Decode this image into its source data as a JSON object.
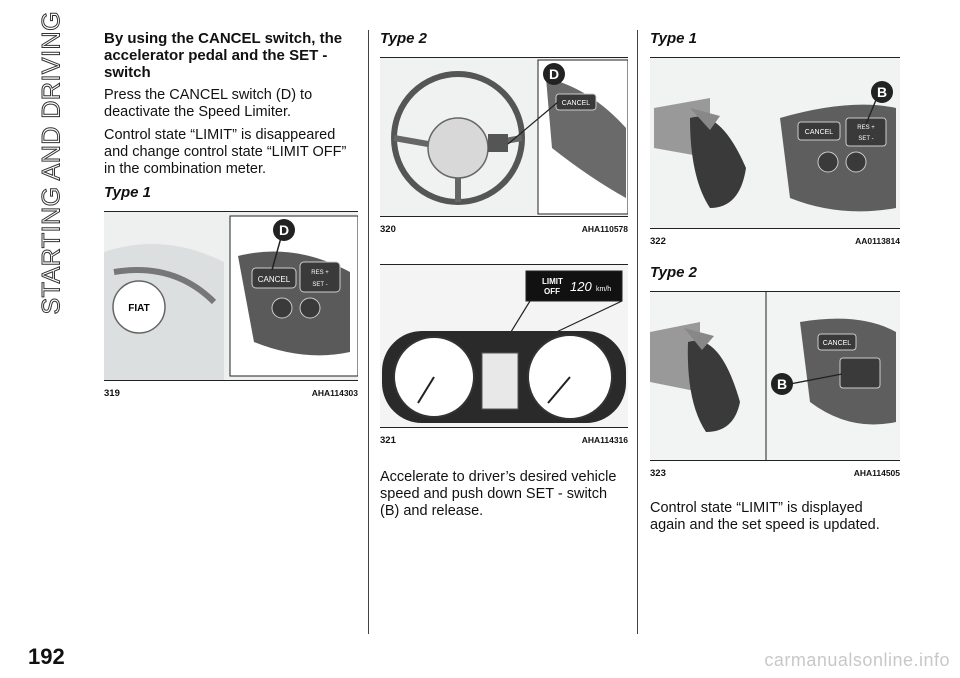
{
  "sidebar_title": "STARTING AND DRIVING",
  "page_number": "192",
  "watermark": "carmanualsonline.info",
  "col1": {
    "heading": "By using the CANCEL switch, the accelerator pedal and the SET - switch",
    "para1": "Press the CANCEL switch (D) to deactivate the Speed Limiter.",
    "para2": "Control state “LIMIT” is disappeared and change control state “LIMIT OFF” in the combination meter.",
    "type_label": "Type 1",
    "figure": {
      "number": "319",
      "code": "AHA114303",
      "callout": "D",
      "labels": [
        "CANCEL",
        "RES +",
        "SET -"
      ]
    }
  },
  "col2": {
    "type_label": "Type 2",
    "figure1": {
      "number": "320",
      "code": "AHA110578",
      "callout": "D",
      "labels": [
        "CANCEL"
      ]
    },
    "figure2": {
      "number": "321",
      "code": "AHA114316",
      "lcd_limit": "LIMIT",
      "lcd_off": "OFF",
      "lcd_speed": "120",
      "lcd_unit": "km/h"
    },
    "para": "Accelerate to driver’s desired vehicle speed and push down SET - switch (B) and release."
  },
  "col3": {
    "type1_label": "Type 1",
    "figure1": {
      "number": "322",
      "code": "AA0113814",
      "callout": "B",
      "labels": [
        "CANCEL",
        "RES +",
        "SET -"
      ]
    },
    "type2_label": "Type 2",
    "figure2": {
      "number": "323",
      "code": "AHA114505",
      "callout": "B",
      "labels": [
        "CANCEL"
      ]
    },
    "para": "Control state “LIMIT” is displayed again and the set speed is updated."
  }
}
